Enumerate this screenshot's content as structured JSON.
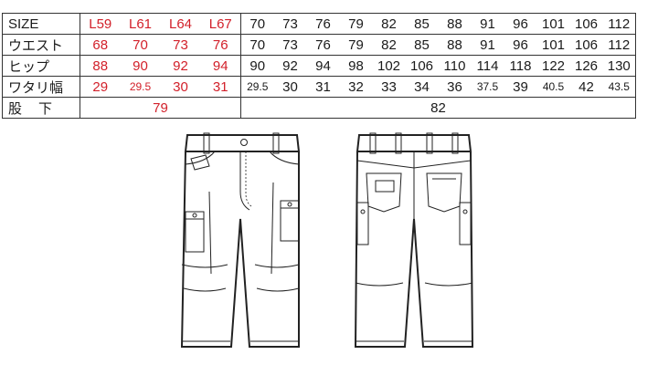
{
  "size_chart": {
    "size_row": {
      "label": "SIZE",
      "ladies": [
        "L59",
        "L61",
        "L64",
        "L67"
      ],
      "mens": [
        "70",
        "73",
        "76",
        "79",
        "82",
        "85",
        "88",
        "91",
        "96",
        "101",
        "106",
        "112"
      ]
    },
    "waist_row": {
      "label": "ウエスト",
      "ladies": [
        "68",
        "70",
        "73",
        "76"
      ],
      "mens": [
        "70",
        "73",
        "76",
        "79",
        "82",
        "85",
        "88",
        "91",
        "96",
        "101",
        "106",
        "112"
      ]
    },
    "hip_row": {
      "label": "ヒップ",
      "ladies": [
        "88",
        "90",
        "92",
        "94"
      ],
      "mens": [
        "90",
        "92",
        "94",
        "98",
        "102",
        "106",
        "110",
        "114",
        "118",
        "122",
        "126",
        "130"
      ]
    },
    "thigh_row": {
      "label": "ワタリ幅",
      "ladies": [
        "29",
        "29.5",
        "30",
        "31"
      ],
      "mens": [
        "29.5",
        "30",
        "31",
        "32",
        "33",
        "34",
        "36",
        "37.5",
        "39",
        "40.5",
        "42",
        "43.5"
      ]
    },
    "inseam_row": {
      "label": "股下",
      "ladies_value": "79",
      "mens_value": "82"
    }
  },
  "colors": {
    "ladies_text": "#d2202a",
    "default_text": "#1a1a1a",
    "border": "#333333"
  },
  "illustrations": [
    "pants-front-view",
    "pants-back-view"
  ]
}
